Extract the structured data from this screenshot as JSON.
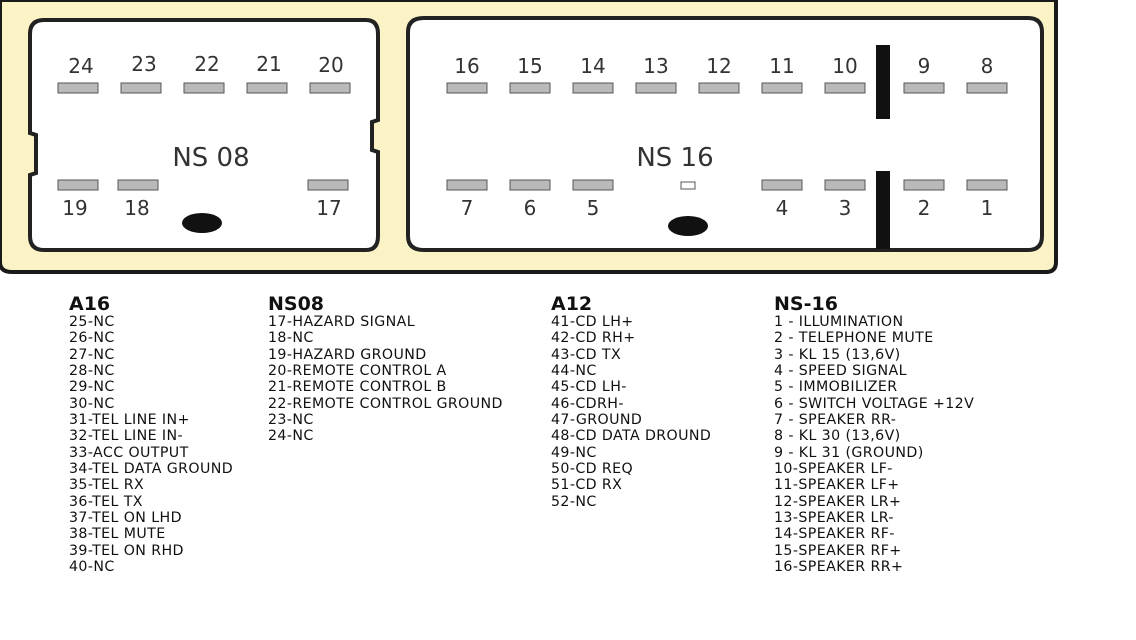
{
  "diagram": {
    "connectors": [
      {
        "label": "NS 08",
        "pins": [
          "24",
          "23",
          "22",
          "21",
          "20",
          "19",
          "18",
          "17"
        ]
      },
      {
        "label": "NS 16",
        "pins": [
          "16",
          "15",
          "14",
          "13",
          "12",
          "11",
          "10",
          "9",
          "8",
          "7",
          "6",
          "5",
          "4",
          "3",
          "2",
          "1"
        ]
      }
    ]
  },
  "legends": [
    {
      "title": "A16",
      "items": [
        "25-NC",
        "26-NC",
        "27-NC",
        "28-NC",
        "29-NC",
        "30-NC",
        "31-TEL LINE IN+",
        "32-TEL LINE IN-",
        "33-ACC OUTPUT",
        "34-TEL DATA GROUND",
        "35-TEL RX",
        "36-TEL TX",
        "37-TEL ON LHD",
        "38-TEL MUTE",
        "39-TEL ON RHD",
        "40-NC"
      ]
    },
    {
      "title": "NS08",
      "items": [
        "17-HAZARD SIGNAL",
        "18-NC",
        "19-HAZARD GROUND",
        "20-REMOTE CONTROL A",
        "21-REMOTE CONTROL B",
        "22-REMOTE CONTROL GROUND",
        "23-NC",
        "24-NC"
      ]
    },
    {
      "title": "A12",
      "items": [
        "41-CD LH+",
        "42-CD RH+",
        "43-CD TX",
        "44-NC",
        "45-CD LH-",
        "46-CDRH-",
        "47-GROUND",
        "48-CD DATA DROUND",
        "49-NC",
        "50-CD REQ",
        "51-CD RX",
        "52-NC"
      ]
    },
    {
      "title": "NS-16",
      "items": [
        "1 - ILLUMINATION",
        "2 - TELEPHONE MUTE",
        "3 - KL 15  (13,6V)",
        "4 - SPEED SIGNAL",
        "5 - IMMOBILIZER",
        "6 - SWITCH VOLTAGE +12V",
        "7 - SPEAKER RR-",
        "8 - KL 30 (13,6V)",
        "9 - KL 31 (GROUND)",
        "10-SPEAKER LF-",
        "11-SPEAKER LF+",
        "12-SPEAKER LR+",
        "13-SPEAKER LR-",
        "14-SPEAKER RF-",
        "15-SPEAKER RF+",
        "16-SPEAKER RR+"
      ]
    }
  ],
  "colors": {
    "plate": "#fbf3c6",
    "outline": "#1a1a1a",
    "pin": "#b9b9b9",
    "text": "#111111"
  }
}
